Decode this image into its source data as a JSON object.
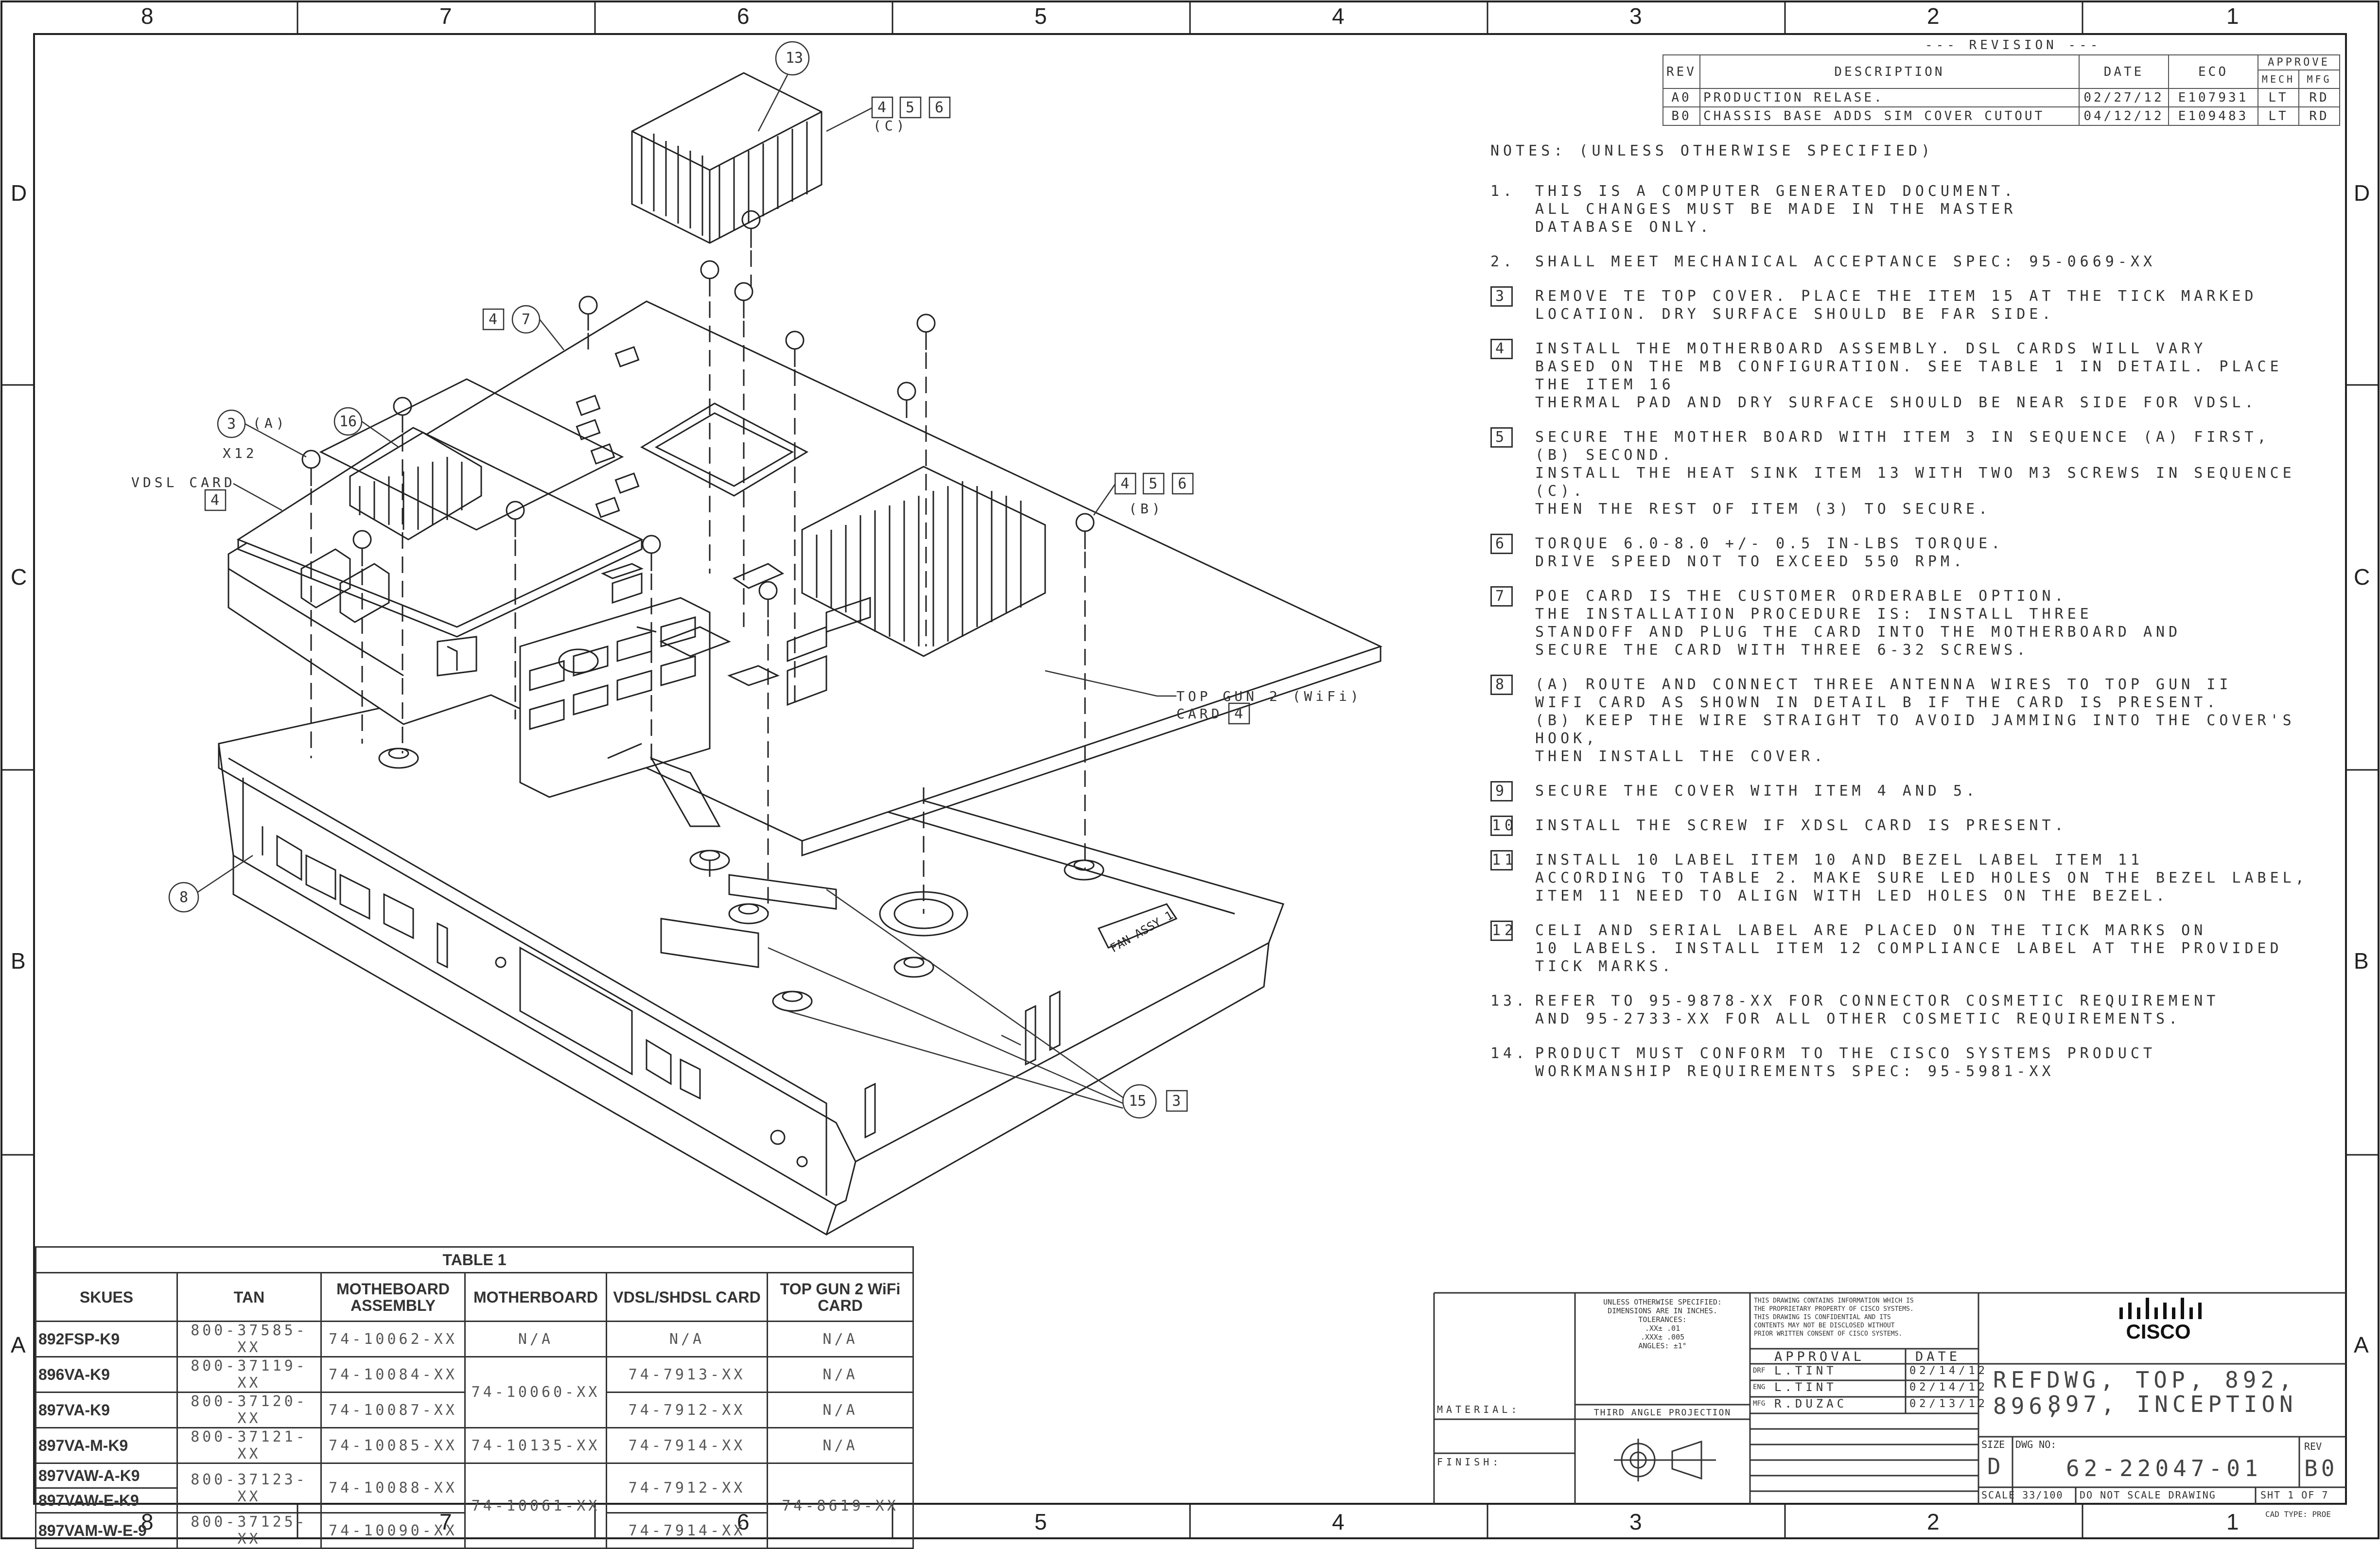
{
  "zones": {
    "columns": [
      "8",
      "7",
      "6",
      "5",
      "4",
      "3",
      "2",
      "1"
    ],
    "rows": [
      "D",
      "C",
      "B",
      "A"
    ]
  },
  "revision": {
    "heading": "--- REVISION ---",
    "headers": {
      "rev": "REV",
      "description": "DESCRIPTION",
      "date": "DATE",
      "eco": "ECO",
      "approve": "APPROVE",
      "mech": "MECH",
      "mfg": "MFG"
    },
    "rows": [
      {
        "rev": "A0",
        "description": "PRODUCTION RELASE.",
        "date": "02/27/12",
        "eco": "E107931",
        "mech": "LT",
        "mfg": "RD"
      },
      {
        "rev": "B0",
        "description": "CHASSIS BASE ADDS SIM COVER CUTOUT",
        "date": "04/12/12",
        "eco": "E109483",
        "mech": "LT",
        "mfg": "RD"
      }
    ]
  },
  "notes": {
    "header": "NOTES:  (UNLESS OTHERWISE SPECIFIED)",
    "items": [
      {
        "num": "1.",
        "boxed": false,
        "lines": [
          "THIS IS A COMPUTER GENERATED DOCUMENT.",
          "ALL CHANGES MUST BE MADE IN THE MASTER",
          "DATABASE ONLY."
        ]
      },
      {
        "num": "2.",
        "boxed": false,
        "lines": [
          "SHALL MEET MECHANICAL ACCEPTANCE SPEC: 95-0669-XX"
        ]
      },
      {
        "num": "3",
        "boxed": true,
        "lines": [
          "REMOVE TE TOP COVER.  PLACE THE ITEM 15  AT THE TICK MARKED",
          "LOCATION. DRY SURFACE SHOULD BE FAR SIDE."
        ]
      },
      {
        "num": "4",
        "boxed": true,
        "lines": [
          "INSTALL THE MOTHERBOARD ASSEMBLY. DSL CARDS WILL VARY",
          "BASED ON THE MB CONFIGURATION. SEE TABLE 1 IN DETAIL. PLACE THE ITEM 16",
          "THERMAL PAD AND DRY SURFACE SHOULD BE NEAR SIDE FOR VDSL."
        ]
      },
      {
        "num": "5",
        "boxed": true,
        "lines": [
          "SECURE THE MOTHER BOARD WITH ITEM 3 IN SEQUENCE (A) FIRST, (B) SECOND.",
          "INSTALL  THE HEAT SINK ITEM 13   WITH TWO  M3 SCREWS IN SEQUENCE (C).",
          "THEN  THE REST OF ITEM (3) TO SECURE."
        ]
      },
      {
        "num": "6",
        "boxed": true,
        "lines": [
          "TORQUE 6.0-8.0 +/- 0.5 IN-LBS TORQUE.",
          "DRIVE SPEED NOT TO EXCEED 550 RPM."
        ]
      },
      {
        "num": "7",
        "boxed": true,
        "lines": [
          "POE CARD IS THE CUSTOMER ORDERABLE OPTION.",
          "THE INSTALLATION PROCEDURE IS: INSTALL THREE",
          "STANDOFF AND PLUG THE CARD INTO THE MOTHERBOARD AND",
          "SECURE THE CARD WITH THREE 6-32 SCREWS."
        ]
      },
      {
        "num": "8",
        "boxed": true,
        "lines": [
          "(A) ROUTE AND CONNECT THREE ANTENNA WIRES TO  TOP GUN II",
          " WIFI CARD AS SHOWN IN DETAIL B IF THE CARD IS PRESENT.",
          "(B) KEEP THE WIRE STRAIGHT TO AVOID JAMMING INTO THE COVER'S HOOK,",
          "THEN INSTALL THE COVER."
        ]
      },
      {
        "num": "9",
        "boxed": true,
        "lines": [
          "SECURE THE COVER WITH ITEM 4 AND 5."
        ]
      },
      {
        "num": "10",
        "boxed": true,
        "lines": [
          "INSTALL THE SCREW IF XDSL CARD IS PRESENT."
        ]
      },
      {
        "num": "11",
        "boxed": true,
        "lines": [
          "INSTALL 10 LABEL ITEM 10 AND BEZEL LABEL ITEM 11",
          "ACCORDING TO TABLE 2. MAKE SURE LED HOLES ON THE BEZEL LABEL,",
          "ITEM 11 NEED TO ALIGN WITH LED HOLES ON THE BEZEL."
        ]
      },
      {
        "num": "12",
        "boxed": true,
        "lines": [
          "CELI AND SERIAL LABEL ARE PLACED ON THE TICK MARKS ON",
          "10 LABELS. INSTALL ITEM 12 COMPLIANCE LABEL AT THE PROVIDED",
          "TICK MARKS."
        ]
      },
      {
        "num": "13.",
        "boxed": false,
        "lines": [
          "REFER TO 95-9878-XX FOR CONNECTOR COSMETIC REQUIREMENT",
          "AND 95-2733-XX FOR ALL OTHER COSMETIC REQUIREMENTS."
        ]
      },
      {
        "num": "14.",
        "boxed": false,
        "lines": [
          " PRODUCT MUST CONFORM TO THE CISCO SYSTEMS PRODUCT",
          "WORKMANSHIP REQUIREMENTS SPEC: 95-5981-XX"
        ]
      }
    ]
  },
  "callouts": {
    "item13": "13",
    "c456_top": [
      "4",
      "5",
      "6"
    ],
    "c456_top_seq": "(C)",
    "c47": [
      "4",
      "7"
    ],
    "item3": "3",
    "item3_seq": "(A)",
    "x12": "X12",
    "item16": "16",
    "vdsl_card": "VDSL CARD",
    "vdsl_box": "4",
    "c456_right": [
      "4",
      "5",
      "6"
    ],
    "c456_right_seq": "(B)",
    "topgun_l1": "TOP GUN 2 (WiFi)",
    "topgun_l2": "CARD",
    "topgun_box": "4",
    "item8": "8",
    "item15": "15",
    "item15_box": "3",
    "fan_label": "FAN ASSY 1"
  },
  "table1": {
    "title": "TABLE 1",
    "headers": [
      "SKUES",
      "TAN",
      "MOTHEBOARD ASSEMBLY",
      "MOTHERBOARD",
      "VDSL/SHDSL CARD",
      "TOP GUN 2 WiFi CARD"
    ],
    "rows": [
      [
        "892FSP-K9",
        "800-37585-XX",
        "74-10062-XX",
        "N/A",
        "N/A",
        "N/A"
      ],
      [
        "896VA-K9",
        "800-37119-XX",
        "74-10084-XX",
        "74-10060-XX",
        "74-7913-XX",
        "N/A"
      ],
      [
        "897VA-K9",
        "800-37120-XX",
        "74-10087-XX",
        "",
        "74-7912-XX",
        "N/A"
      ],
      [
        "897VA-M-K9",
        "800-37121-XX",
        "74-10085-XX",
        "74-10135-XX",
        "74-7914-XX",
        "N/A"
      ],
      [
        "897VAW-A-K9",
        "800-37123-XX",
        "74-10088-XX",
        "74-10061-XX",
        "74-7912-XX",
        "74-8619-XX"
      ],
      [
        "897VAW-E-K9",
        "",
        "",
        "",
        "",
        ""
      ],
      [
        "897VAM-W-E-9",
        "800-37125-XX",
        "74-10090-XX",
        "",
        "74-7914-XX",
        ""
      ]
    ]
  },
  "titleblock": {
    "tolerance": [
      "UNLESS OTHERWISE SPECIFIED:",
      "DIMENSIONS ARE IN INCHES.",
      "TOLERANCES:",
      ".XX± .01",
      ".XXX± .005",
      "ANGLES: ±1°"
    ],
    "confidential": [
      "THIS DRAWING CONTAINS INFORMATION WHICH IS",
      "THE PROPRIETARY PROPERTY OF CISCO SYSTEMS.",
      "THIS DRAWING IS CONFIDENTIAL AND ITS",
      "CONTENTS MAY NOT BE DISCLOSED WITHOUT",
      "PRIOR WRITTEN CONSENT OF CISCO SYSTEMS."
    ],
    "approval_h": "APPROVAL",
    "date_h": "DATE",
    "approvals": [
      {
        "role": "DRF",
        "name": "L.TINT",
        "date": "02/14/12"
      },
      {
        "role": "ENG",
        "name": "L.TINT",
        "date": "02/14/12"
      },
      {
        "role": "MFG",
        "name": "R.DUZAC",
        "date": "02/13/12"
      }
    ],
    "material": "MATERIAL:",
    "finish": "FINISH:",
    "projection": "THIRD ANGLE PROJECTION",
    "logo_text": "CISCO",
    "title_l1": "REFDWG, TOP, 892, 896,",
    "title_l2": "897, INCEPTION",
    "size_h": "SIZE",
    "size": "D",
    "dwgno_h": "DWG NO:",
    "dwgno": "62-22047-01",
    "rev_h": "REV",
    "rev": "B0",
    "scale": "SCALE 33/100",
    "dnsd": "DO NOT SCALE DRAWING",
    "sheet": "SHT 1 OF 7",
    "cad": "CAD TYPE: PROE"
  }
}
